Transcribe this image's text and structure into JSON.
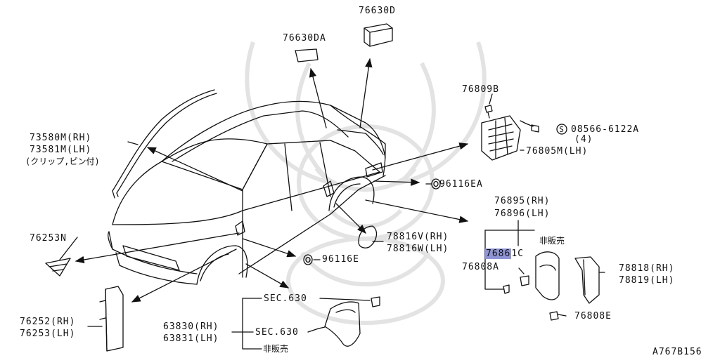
{
  "diagram_id": "A767B156",
  "callouts": {
    "c76630D": "76630D",
    "c76630DA": "76630DA",
    "c76809B": "76809B",
    "c08566": "08566-6122A",
    "c08566_qty": "(4)",
    "c08566_symbol": "S",
    "c76805M": "76805M(LH)",
    "c73580M": "73580M(RH)",
    "c73581M": "73581M(LH)",
    "c73580_note": "(クリップ,ピン付)",
    "c96116EA": "96116EA",
    "c76895": "76895(RH)",
    "c76896": "76896(LH)",
    "c_not_sold_1": "非販売",
    "c76861C_hl": "7686",
    "c76861C_rest": "1C",
    "c76808A": "76808A",
    "c76253N": "76253N",
    "c78816V": "78816V(RH)",
    "c78816W": "78816W(LH)",
    "c96116E": "96116E",
    "c78818": "78818(RH)",
    "c78819": "78819(LH)",
    "c76808E": "76808E",
    "c76252": "76252(RH)",
    "c76253LH": "76253(LH)",
    "c_sec630_top": "SEC.630",
    "c63830": "63830(RH)",
    "c63831": "63831(LH)",
    "c_sec630_mid": "SEC.630",
    "c_not_sold_2": "非販売"
  },
  "colors": {
    "line": "#111111",
    "highlight": "#8f94d6",
    "watermark": "#dddddd"
  }
}
